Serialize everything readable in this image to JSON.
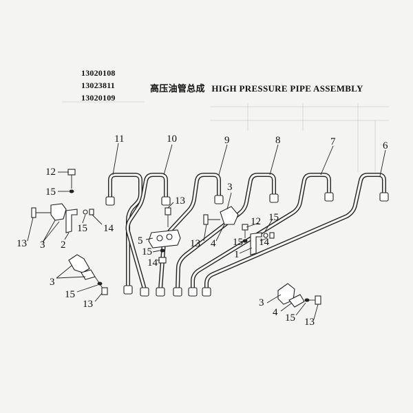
{
  "part_numbers": [
    "13020108",
    "13023811",
    "13020109"
  ],
  "title": {
    "chinese": "高压油管总成",
    "english": "HIGH PRESSURE PIPE  ASSEMBLY"
  },
  "callouts": {
    "pipe_11": "11",
    "pipe_10": "10",
    "pipe_9": "9",
    "pipe_8": "8",
    "pipe_7": "7",
    "pipe_6": "6",
    "c12_left": "12",
    "c15_left_top": "15",
    "c13_left": "13",
    "c3_left": "3",
    "c2_left": "2",
    "c15_left_mid": "15",
    "c14_left": "14",
    "c3_left_low": "3",
    "c15_left_low": "15",
    "c13_left_low": "13",
    "c13_center": "13",
    "c5_center": "5",
    "c15_center": "15",
    "c14_center": "14",
    "c3_mid": "3",
    "c13_mid": "13",
    "c4_mid": "4",
    "c12_right": "12",
    "c15_right_top": "15",
    "c15_right_mid": "15",
    "c1_right": "1",
    "c14_right": "14",
    "c3_bottom": "3",
    "c4_bottom": "4",
    "c15_bottom": "15",
    "c13_bottom": "13"
  },
  "colors": {
    "background": "#f4f4f2",
    "ink": "#111111"
  }
}
